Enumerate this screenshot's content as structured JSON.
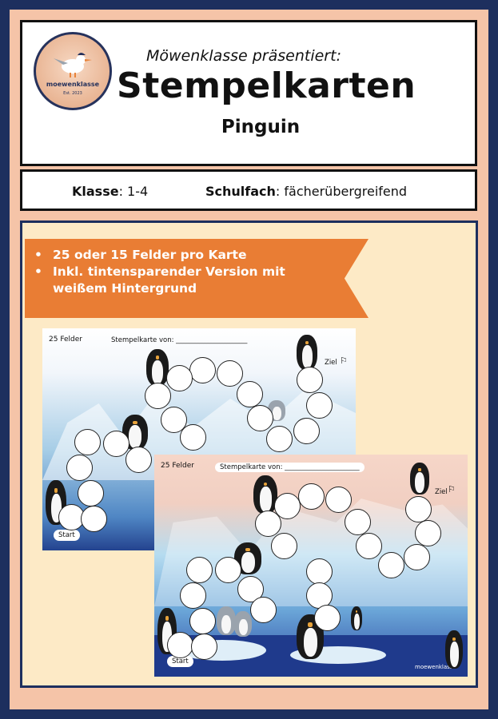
{
  "header": {
    "logo_text": "moewenklasse",
    "logo_est": "Est. 2023",
    "intro": "Möwenklasse präsentiert:",
    "title": "Stempelkarten",
    "subtitle": "Pinguin"
  },
  "info": {
    "class_label": "Klasse",
    "class_value": ": 1-4",
    "subject_label": "Schulfach",
    "subject_value": ": fächerübergreifend"
  },
  "banner": {
    "bullet": "•",
    "items": [
      "25 oder 15 Felder pro Karte",
      "Inkl. tintensparender Version mit weißem Hintergrund"
    ]
  },
  "cards": [
    {
      "label": "25 Felder",
      "owner": "Stempelkarte von: _____________________",
      "goal": "Ziel",
      "start": "Start"
    },
    {
      "label": "25 Felder",
      "owner": "Stempelkarte von: ______________________",
      "goal": "Ziel",
      "start": "Start",
      "brand": "moewenklasse"
    }
  ],
  "colors": {
    "navy": "#1d2f5e",
    "peach": "#f5c4a8",
    "orange": "#e97d34",
    "cream": "#fdeac6"
  }
}
